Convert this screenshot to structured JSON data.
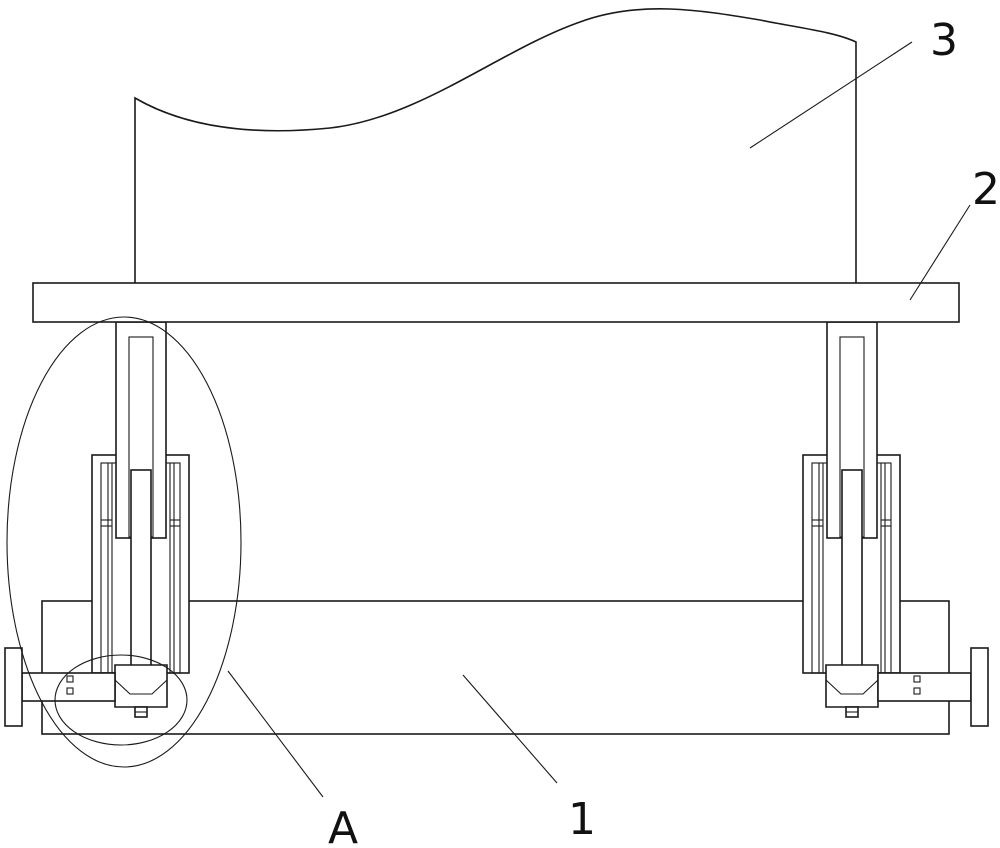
{
  "labels": {
    "part_1": "1",
    "part_2": "2",
    "part_3": "3",
    "detail_a": "A"
  },
  "style": {
    "line_color": "#1a1a1a",
    "background": "#ffffff"
  }
}
